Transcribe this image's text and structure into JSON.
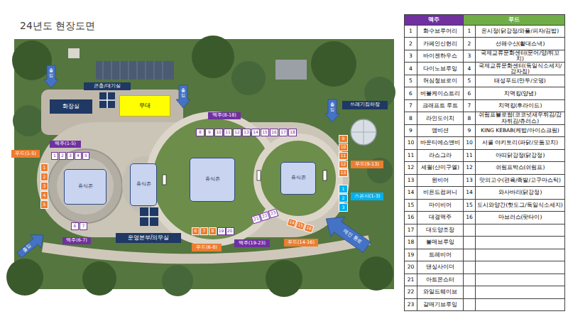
{
  "diagram": {
    "title": "24년도 현장도면",
    "nodes": [
      {
        "text": [
          "곤충/대기실"
        ]
      },
      {
        "text": [
          "무대"
        ]
      },
      {
        "text": [
          "화장실"
        ]
      },
      {
        "text": [
          "쓰레기집하장"
        ]
      },
      {
        "text": [
          "맥주(8-18)"
        ]
      },
      {
        "text": [
          "8"
        ]
      },
      {
        "text": [
          "9"
        ]
      },
      {
        "text": [
          "10"
        ]
      },
      {
        "text": [
          "11"
        ]
      },
      {
        "text": [
          "12"
        ]
      },
      {
        "text": [
          "13"
        ]
      },
      {
        "text": [
          "14"
        ]
      },
      {
        "text": [
          "15"
        ]
      },
      {
        "text": [
          "16"
        ]
      },
      {
        "text": [
          "17"
        ]
      },
      {
        "text": [
          "18"
        ]
      },
      {
        "text": [
          "맥주(1-5)"
        ]
      },
      {
        "text": [
          "1"
        ]
      },
      {
        "text": [
          "2"
        ]
      },
      {
        "text": [
          "3"
        ]
      },
      {
        "text": [
          "4"
        ]
      },
      {
        "text": [
          "5"
        ]
      },
      {
        "text": [
          "푸드(1-5)"
        ]
      },
      {
        "text": [
          "1"
        ]
      },
      {
        "text": [
          "2"
        ]
      },
      {
        "text": [
          "3"
        ]
      },
      {
        "text": [
          "4"
        ]
      },
      {
        "text": [
          "5"
        ]
      },
      {
        "text": [
          "푸드(9-13)"
        ]
      },
      {
        "text": [
          "9"
        ]
      },
      {
        "text": [
          "10"
        ]
      },
      {
        "text": [
          "11"
        ]
      },
      {
        "text": [
          "12"
        ]
      },
      {
        "text": [
          "13"
        ]
      },
      {
        "text": [
          "스폰서(1-3)"
        ]
      },
      {
        "text": [
          "1"
        ]
      },
      {
        "text": [
          "2"
        ]
      },
      {
        "text": [
          "3"
        ]
      },
      {
        "text": [
          "휴식존"
        ]
      },
      {
        "text": [
          "휴식존"
        ]
      },
      {
        "text": [
          "휴식존"
        ]
      },
      {
        "text": [
          "휴식존"
        ]
      },
      {
        "text": [
          "6"
        ]
      },
      {
        "text": [
          "7"
        ]
      },
      {
        "text": [
          "맥주(6-7)"
        ]
      },
      {
        "text": [
          "운영본부/의무실"
        ]
      },
      {
        "text": [
          "6"
        ]
      },
      {
        "text": [
          "7"
        ]
      },
      {
        "text": [
          "8"
        ]
      },
      {
        "text": [
          "19"
        ]
      },
      {
        "text": [
          "20"
        ]
      },
      {
        "text": [
          "푸드(6-8)"
        ]
      },
      {
        "text": [
          "21"
        ]
      },
      {
        "text": [
          "22"
        ]
      },
      {
        "text": [
          "23"
        ]
      },
      {
        "text": [
          "맥주(19-23)"
        ]
      },
      {
        "text": [
          "14"
        ]
      },
      {
        "text": [
          "15"
        ]
      },
      {
        "text": [
          "16"
        ]
      },
      {
        "text": [
          "푸드(14-16)"
        ]
      },
      {
        "text": [
          "메인 통로"
        ]
      },
      {
        "text": [
          "출입"
        ]
      },
      {
        "text": [
          "출입"
        ]
      },
      {
        "text": [
          "출입"
        ]
      },
      {
        "text": [
          "출입"
        ]
      }
    ],
    "labels": [
      "맥주",
      "푸드",
      "1",
      "화수브루어리",
      "1",
      "온시정(닭강정/와플/피자/김밥)",
      "2",
      "카페인신현리",
      "2",
      "선해수산(활대스낵)",
      "3",
      "바이젠하우스",
      "3",
      "국제교류문화센터(문어/양/튀꼬치)",
      "4",
      "다이노브루잉",
      "4",
      "국제교류문화센터(독일식소세지/감자칩)",
      "5",
      "허심청브로이",
      "5",
      "태성푸드(만두/오뎅)",
      "6",
      "버블케이스트리",
      "6",
      "치맥킹(양념)",
      "7",
      "크래프트 루트",
      "7",
      "치맥킹(후라이드)",
      "8",
      "라인도이치",
      "8",
      "쉬림프블로썸(코코넛새우튀김/감자튀김/츄러스)",
      "9",
      "앰비션",
      "9",
      "KING KEBAB(케밥/아이스크림)",
      "10",
      "바운티에스앤비",
      "10",
      "서울 야키토리(파닭/모둠꼬치)",
      "11",
      "라스그라",
      "11",
      "아띠닭강정(닭강정)",
      "12",
      "세월(산미구엘)",
      "12",
      "쉬림프박스(쉬림프)",
      "13",
      "윈비어",
      "13",
      "맛의고수(편육/족발/고구마스틱)",
      "14",
      "비욘드컴퍼니",
      "14",
      "와사바리(닭강정)",
      "15",
      "마이비어",
      "15",
      "도시와양간(핫도그/독일식소세지)",
      "16",
      "대경맥주",
      "16",
      "마브러스(팟타이)",
      "17",
      "대도양조장",
      "18",
      "볼매브루잉",
      "19",
      "트레비어",
      "20",
      "댄싱사이더",
      "21",
      "아트몬스터",
      "22",
      "와일드웨이브",
      "23",
      "갈매기브루잉"
    ]
  }
}
